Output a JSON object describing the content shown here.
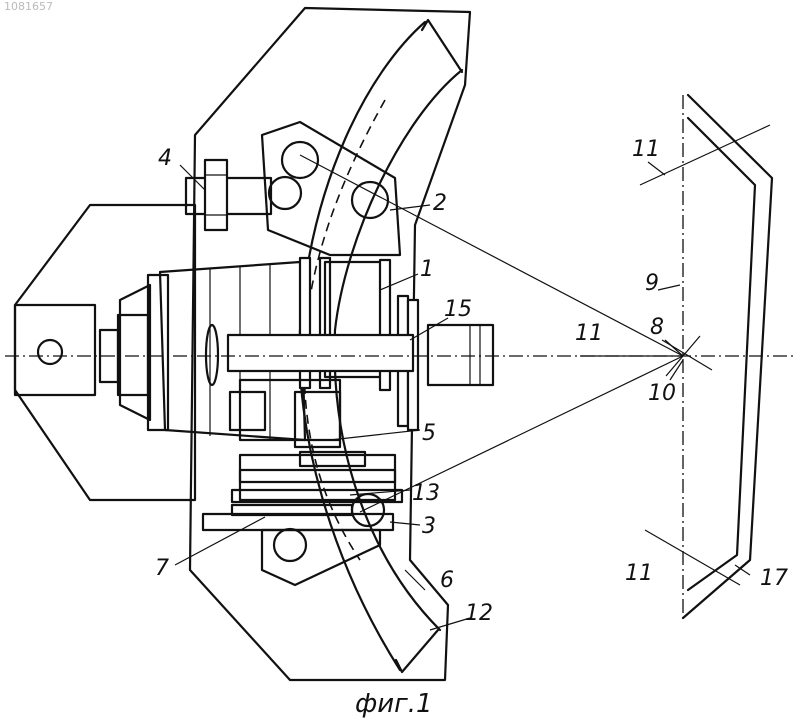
{
  "document_number": "1081657",
  "caption": "фиг.1",
  "labels": {
    "l1": "1",
    "l2": "2",
    "l3": "3",
    "l4": "4",
    "l5": "5",
    "l6": "6",
    "l7": "7",
    "l8": "8",
    "l9": "9",
    "l10": "10",
    "l11a": "11",
    "l11b": "11",
    "l11c": "11",
    "l12": "12",
    "l13": "13",
    "l15": "15",
    "l17": "17"
  }
}
